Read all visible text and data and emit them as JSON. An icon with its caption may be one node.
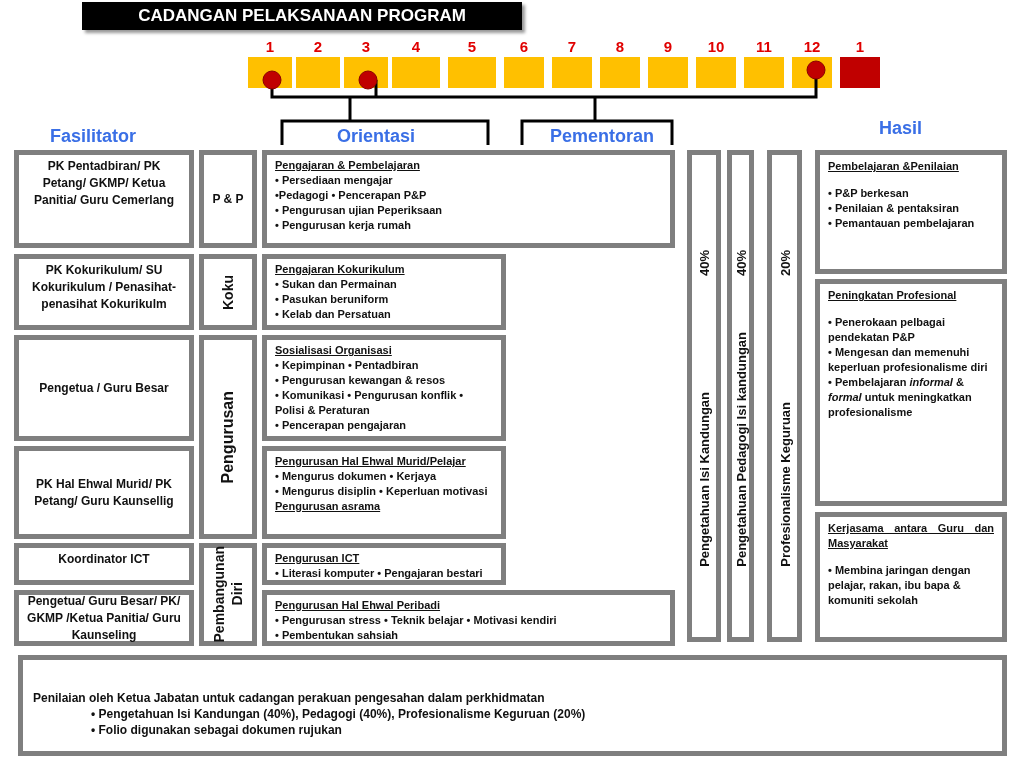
{
  "diagram": {
    "title": "CADANGAN PELAKSANAAN PROGRAM",
    "nodes": [
      {
        "text": [],
        "shape": "box",
        "beside": [
          "1"
        ]
      },
      {
        "text": [],
        "shape": "box",
        "beside": [
          "2"
        ]
      },
      {
        "text": [],
        "shape": "box",
        "beside": [
          "3"
        ]
      },
      {
        "text": [],
        "shape": "box",
        "beside": [
          "4"
        ]
      },
      {
        "text": [],
        "shape": "box",
        "beside": [
          "5"
        ]
      },
      {
        "text": [],
        "shape": "box",
        "beside": [
          "6"
        ]
      },
      {
        "text": [],
        "shape": "box",
        "beside": [
          "7"
        ]
      },
      {
        "text": [],
        "shape": "box",
        "beside": [
          "8"
        ]
      },
      {
        "text": [],
        "shape": "box",
        "beside": [
          "9"
        ]
      },
      {
        "text": [],
        "shape": "box",
        "beside": [
          "10"
        ]
      },
      {
        "text": [],
        "shape": "box",
        "beside": [
          "11"
        ]
      },
      {
        "text": [],
        "shape": "box",
        "beside": [
          "12"
        ]
      },
      {
        "text": [],
        "shape": "box",
        "beside": [
          "1"
        ]
      },
      {
        "text": [
          "PK Pentadbiran/ PK Petang/ GKMP/ Ketua Panitia/ Guru Cemerlang"
        ]
      },
      {
        "text": [
          "P & P"
        ]
      },
      {
        "text": [
          "Pengajaran & Pembelajaran",
          "• Persediaan mengajar",
          "•Pedagogi • Pencerapan P&P",
          "• Pengurusan ujian Peperiksaan",
          "• Pengurusan kerja rumah"
        ]
      },
      {
        "text": [
          "PK Kokurikulum/ SU Kokurikulum / Penasihat-penasihat Kokurikulm"
        ]
      },
      {
        "text": [
          "Koku"
        ]
      },
      {
        "text": [
          "Pengajaran Kokurikulum",
          "• Sukan dan Permainan",
          "• Pasukan beruniform",
          "• Kelab dan Persatuan"
        ]
      },
      {
        "text": [
          "Pengetua / Guru Besar"
        ]
      },
      {
        "text": [
          "Pengurusan"
        ]
      },
      {
        "text": [
          "Sosialisasi Organisasi",
          "• Kepimpinan • Pentadbiran",
          "• Pengurusan kewangan & resos",
          "• Komunikasi • Pengurusan konflik • Polisi & Peraturan",
          "• Pencerapan pengajaran"
        ]
      },
      {
        "text": [
          "PK Hal Ehwal Murid/ PK Petang/ Guru Kaunsellig"
        ]
      },
      {
        "text": [
          "Pengurusan Hal Ehwal Murid/Pelajar",
          "• Mengurus dokumen • Kerjaya",
          "• Mengurus disiplin • Keperluan motivasi",
          "Pengurusan asrama"
        ]
      },
      {
        "text": [
          "Koordinator ICT"
        ]
      },
      {
        "text": [
          "Pembangunan Diri"
        ]
      },
      {
        "text": [
          "Pengurusan ICT",
          "• Literasi komputer • Pengajaran bestari"
        ]
      },
      {
        "text": [
          "Pengetua/ Guru Besar/ PK/ GKMP /Ketua Panitia/ Guru Kaunseling"
        ]
      },
      {
        "text": [
          "Pengurusan Hal Ehwal Peribadi",
          "• Pengurusan stress • Teknik belajar • Motivasi kendiri",
          "• Pembentukan sahsiah"
        ]
      },
      {
        "text": [
          "40%",
          "Pengetahuan Isi Kandungan"
        ]
      },
      {
        "text": [
          "40%",
          "Pengetahuan Pedagogi Isi kandungan"
        ]
      },
      {
        "text": [
          "20%",
          "Profesionalisme Keguruan"
        ]
      },
      {
        "text": [
          "Pembelajaran &Penilaian",
          "• P&P berkesan",
          "• Penilaian & pentaksiran",
          "• Pemantauan pembelajaran"
        ]
      },
      {
        "text": [
          "Peningkatan Profesional",
          "• Penerokaan pelbagai pendekatan P&P",
          "• Mengesan dan memenuhi keperluan profesionalisme diri",
          "• Pembelajaran *informal* & *formal* untuk meningkatkan profesionalisme"
        ]
      },
      {
        "text": [
          "Kerjasama antara Guru dan Masyarakat",
          "• Membina jaringan dengan pelajar, rakan, ibu bapa & komuniti sekolah"
        ]
      },
      {
        "text": [
          "Penilaian oleh Ketua Jabatan untuk cadangan perakuan pengesahan dalam perkhidmatan",
          "• Pengetahuan Isi Kandungan (40%), Pedagogi (40%), Profesionalisme Keguruan (20%)",
          "• Folio digunakan sebagai dokumen rujukan"
        ]
      }
    ],
    "labels": [
      "Fasilitator",
      "Orientasi",
      "Pementoran",
      "Hasil"
    ]
  }
}
